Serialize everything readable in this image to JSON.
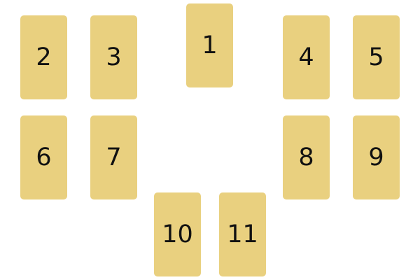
{
  "card_color": "#E9D07F",
  "cards": [
    {
      "label": "1"
    },
    {
      "label": "2"
    },
    {
      "label": "3"
    },
    {
      "label": "4"
    },
    {
      "label": "5"
    },
    {
      "label": "6"
    },
    {
      "label": "7"
    },
    {
      "label": "8"
    },
    {
      "label": "9"
    },
    {
      "label": "10"
    },
    {
      "label": "11"
    }
  ]
}
